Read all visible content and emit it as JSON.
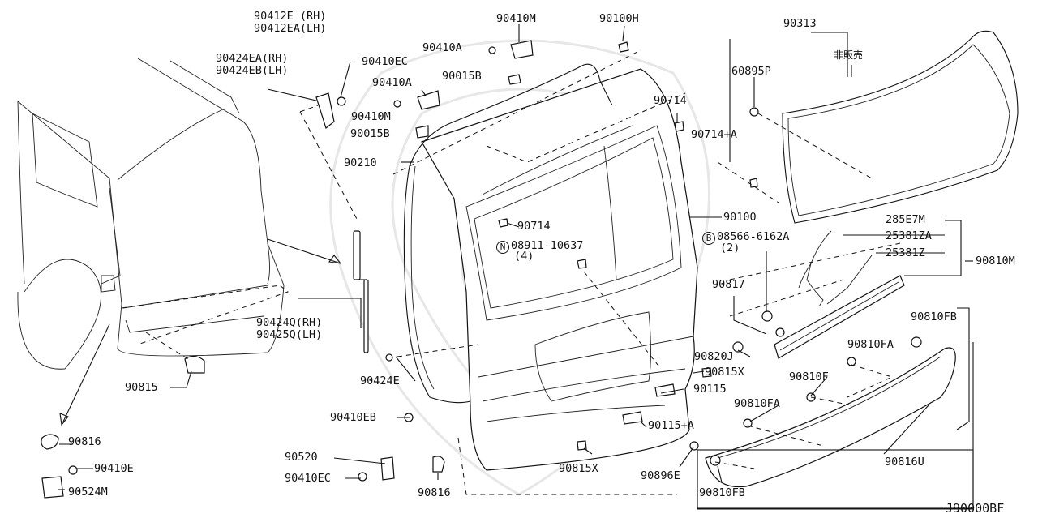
{
  "diagram": {
    "code": "J90000BF",
    "labels": [
      {
        "key": "l01",
        "text": "90412E (RH)"
      },
      {
        "key": "l02",
        "text": "90412EA(LH)"
      },
      {
        "key": "l03",
        "text": "90424EA(RH)"
      },
      {
        "key": "l04",
        "text": "90424EB(LH)"
      },
      {
        "key": "l05",
        "text": "90410EC"
      },
      {
        "key": "l06",
        "text": "90410A"
      },
      {
        "key": "l07",
        "text": "90410M"
      },
      {
        "key": "l08",
        "text": "90015B"
      },
      {
        "key": "l09",
        "text": "90410M"
      },
      {
        "key": "l10",
        "text": "90410A"
      },
      {
        "key": "l11",
        "text": "90015B"
      },
      {
        "key": "l12",
        "text": "90100H"
      },
      {
        "key": "l13",
        "text": "90313"
      },
      {
        "key": "l14",
        "text": "60895P"
      },
      {
        "key": "l15",
        "text": "非販売"
      },
      {
        "key": "l16",
        "text": "90714"
      },
      {
        "key": "l17",
        "text": "90714+A"
      },
      {
        "key": "l18",
        "text": "90210"
      },
      {
        "key": "l19",
        "text": "90714"
      },
      {
        "key": "l20",
        "text": "90100"
      },
      {
        "key": "l21",
        "text": "285E7M"
      },
      {
        "key": "l22",
        "text": "25381ZA"
      },
      {
        "key": "l23",
        "text": "25381Z"
      },
      {
        "key": "l24",
        "text": "90810M"
      },
      {
        "key": "l25",
        "text": "08911-10637"
      },
      {
        "key": "l26",
        "text": "(4)"
      },
      {
        "key": "l27",
        "text": "08566-6162A"
      },
      {
        "key": "l28",
        "text": "(2)"
      },
      {
        "key": "l29",
        "text": "90817"
      },
      {
        "key": "l30",
        "text": "90810FB"
      },
      {
        "key": "l31",
        "text": "90810FA"
      },
      {
        "key": "l32",
        "text": "90424Q(RH)"
      },
      {
        "key": "l33",
        "text": "90425Q(LH)"
      },
      {
        "key": "l34",
        "text": "90820J"
      },
      {
        "key": "l35",
        "text": "90815X"
      },
      {
        "key": "l36",
        "text": "90424E"
      },
      {
        "key": "l37",
        "text": "90815"
      },
      {
        "key": "l38",
        "text": "90115"
      },
      {
        "key": "l39",
        "text": "90810F"
      },
      {
        "key": "l40",
        "text": "90410EB"
      },
      {
        "key": "l41",
        "text": "90115+A"
      },
      {
        "key": "l42",
        "text": "90810FA"
      },
      {
        "key": "l43",
        "text": "90816"
      },
      {
        "key": "l44",
        "text": "90520"
      },
      {
        "key": "l45",
        "text": "90815X"
      },
      {
        "key": "l46",
        "text": "90896E"
      },
      {
        "key": "l47",
        "text": "90816U"
      },
      {
        "key": "l48",
        "text": "90410E"
      },
      {
        "key": "l49",
        "text": "90410EC"
      },
      {
        "key": "l50",
        "text": "90816"
      },
      {
        "key": "l51",
        "text": "90524M"
      },
      {
        "key": "l52",
        "text": "90810FB"
      }
    ],
    "symbols": {
      "n": "N",
      "b": "B"
    }
  }
}
